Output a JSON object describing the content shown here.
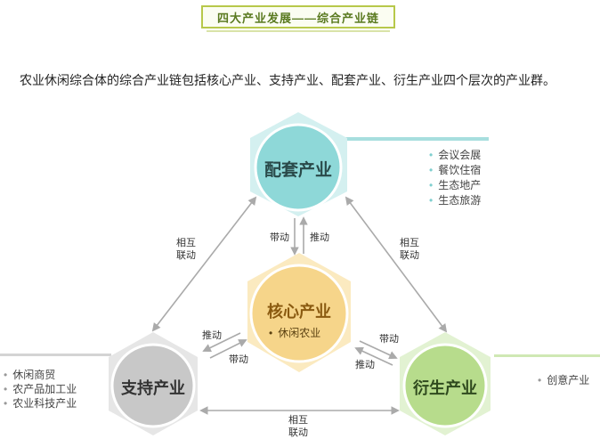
{
  "header": {
    "title": "四大产业发展——综合产业链",
    "intro": "农业休闲综合体的综合产业链包括核心产业、支持产业、配套产业、衍生产业四个层次的产业群。"
  },
  "nodes": {
    "peitao": {
      "title": "配套产业",
      "items": [
        "会议会展",
        "餐饮住宿",
        "生态地产",
        "生态旅游"
      ],
      "color": "#8ed8d8"
    },
    "hexin": {
      "title": "核心产业",
      "items": [
        "休闲农业"
      ],
      "color": "#f5d27a"
    },
    "zhichi": {
      "title": "支持产业",
      "items": [
        "休闲商贸",
        "农产品加工业",
        "农业科技产业"
      ],
      "color": "#c8c8c8"
    },
    "yansheng": {
      "title": "衍生产业",
      "items": [
        "创意产业"
      ],
      "color": "#b7dc8c"
    }
  },
  "relations": {
    "mutual_top": "相互",
    "mutual_bottom": "联动",
    "drive": "带动",
    "push": "推动"
  }
}
